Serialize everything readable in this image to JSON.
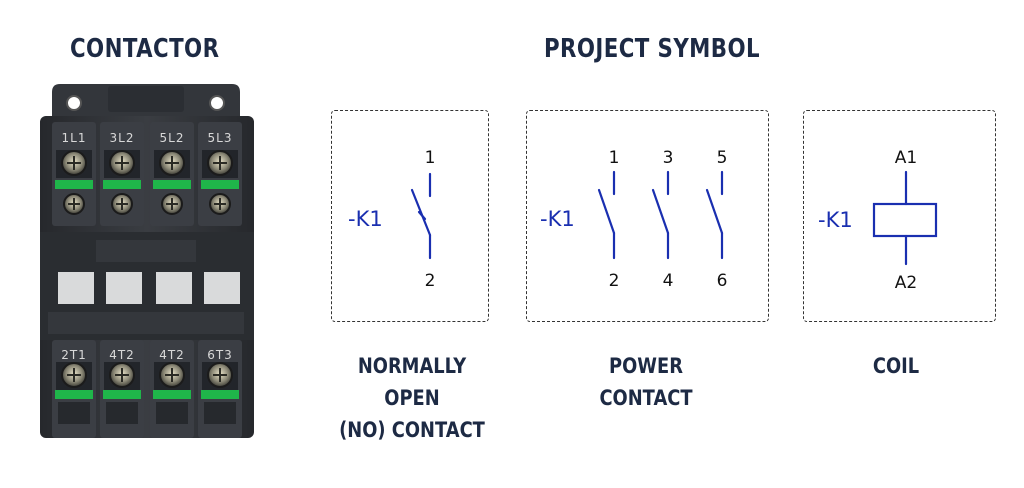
{
  "headings": {
    "contactor": "CONTACTOR",
    "project_symbol": "PROJECT SYMBOL"
  },
  "contactor_terminals": {
    "top": [
      "1L1",
      "3L2",
      "5L2",
      "5L3"
    ],
    "bottom": [
      "2T1",
      "4T2",
      "4T2",
      "6T3"
    ]
  },
  "symbols": {
    "no_contact": {
      "tag": "-K1",
      "top_terminal": "1",
      "bottom_terminal": "2",
      "caption_line1": "NORMALLY OPEN",
      "caption_line2": "(NO) CONTACT"
    },
    "power_contact": {
      "tag": "-K1",
      "top_terminals": [
        "1",
        "3",
        "5"
      ],
      "bottom_terminals": [
        "2",
        "4",
        "6"
      ],
      "caption_line1": "POWER",
      "caption_line2": "CONTACT"
    },
    "coil": {
      "tag": "-K1",
      "top_terminal": "A1",
      "bottom_terminal": "A2",
      "caption_line1": "COIL"
    }
  },
  "colors": {
    "heading": "#1d2a44",
    "symbol_line": "#1a2fb0",
    "body_dark": "#2f3237",
    "terminal_green": "#1fb64a"
  }
}
